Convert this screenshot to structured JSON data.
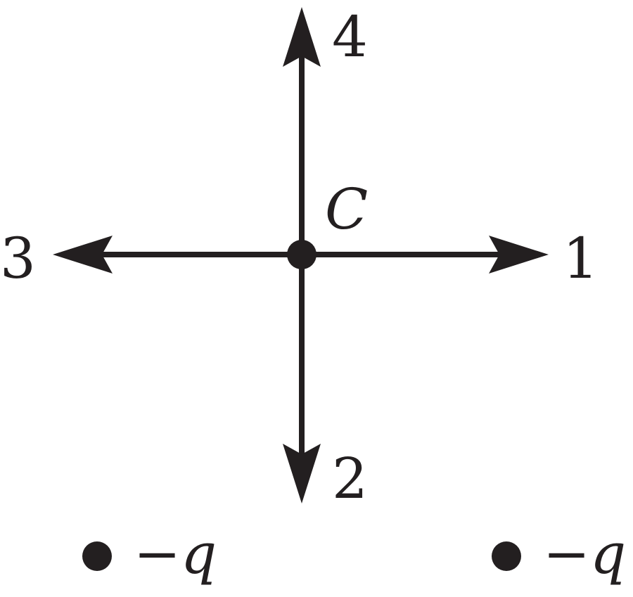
{
  "diagram": {
    "center_label": "C",
    "arrows": [
      {
        "label": "1",
        "direction": "right"
      },
      {
        "label": "2",
        "direction": "down"
      },
      {
        "label": "3",
        "direction": "left"
      },
      {
        "label": "4",
        "direction": "up"
      }
    ],
    "charges": [
      {
        "label": "−q",
        "side": "left"
      },
      {
        "label": "−q",
        "side": "right"
      }
    ],
    "ink_color": "#231f20"
  }
}
